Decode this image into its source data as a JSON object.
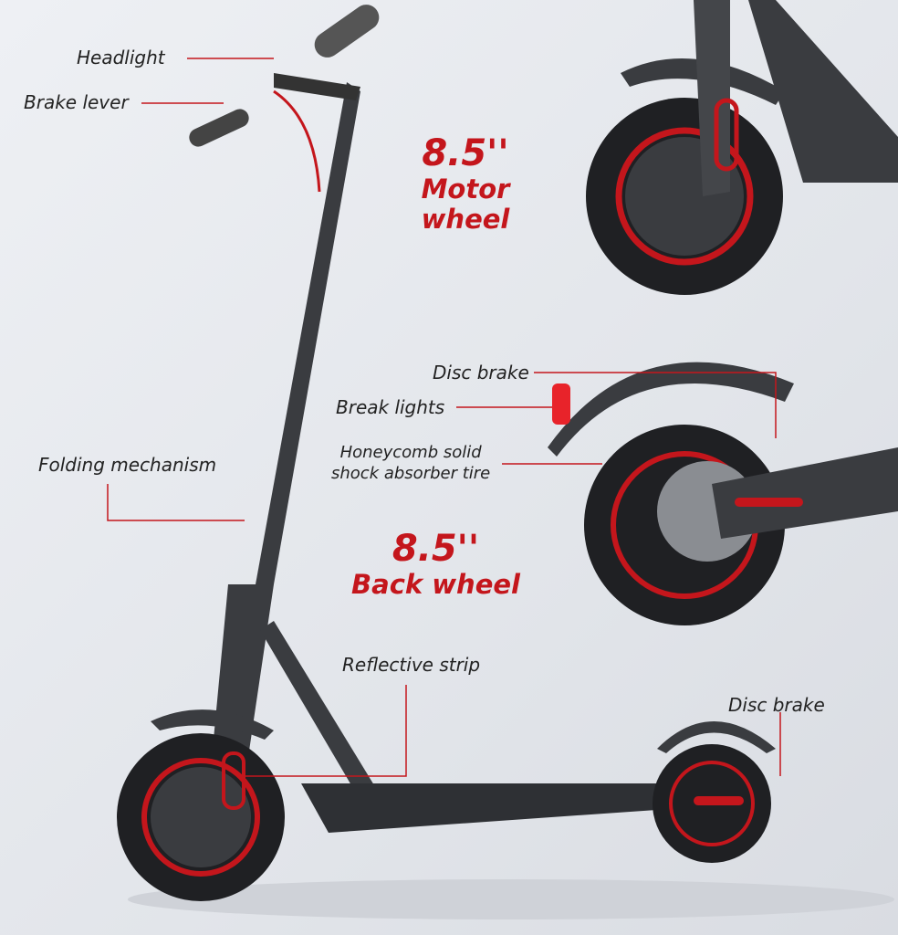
{
  "labels": {
    "headlight": "Headlight",
    "brake_lever": "Brake lever",
    "folding_mechanism": "Folding mechanism",
    "disc_brake_top": "Disc brake",
    "break_lights": "Break lights",
    "tire_line1": "Honeycomb solid",
    "tire_line2": "shock absorber tire",
    "reflective_strip": "Reflective strip",
    "disc_brake_bottom": "Disc brake"
  },
  "motor_wheel": {
    "size": "8.5''",
    "title": "Motor wheel"
  },
  "back_wheel": {
    "size": "8.5''",
    "title": "Back wheel"
  },
  "colors": {
    "accent": "#c4161c",
    "scooter": "#3a3c40"
  }
}
